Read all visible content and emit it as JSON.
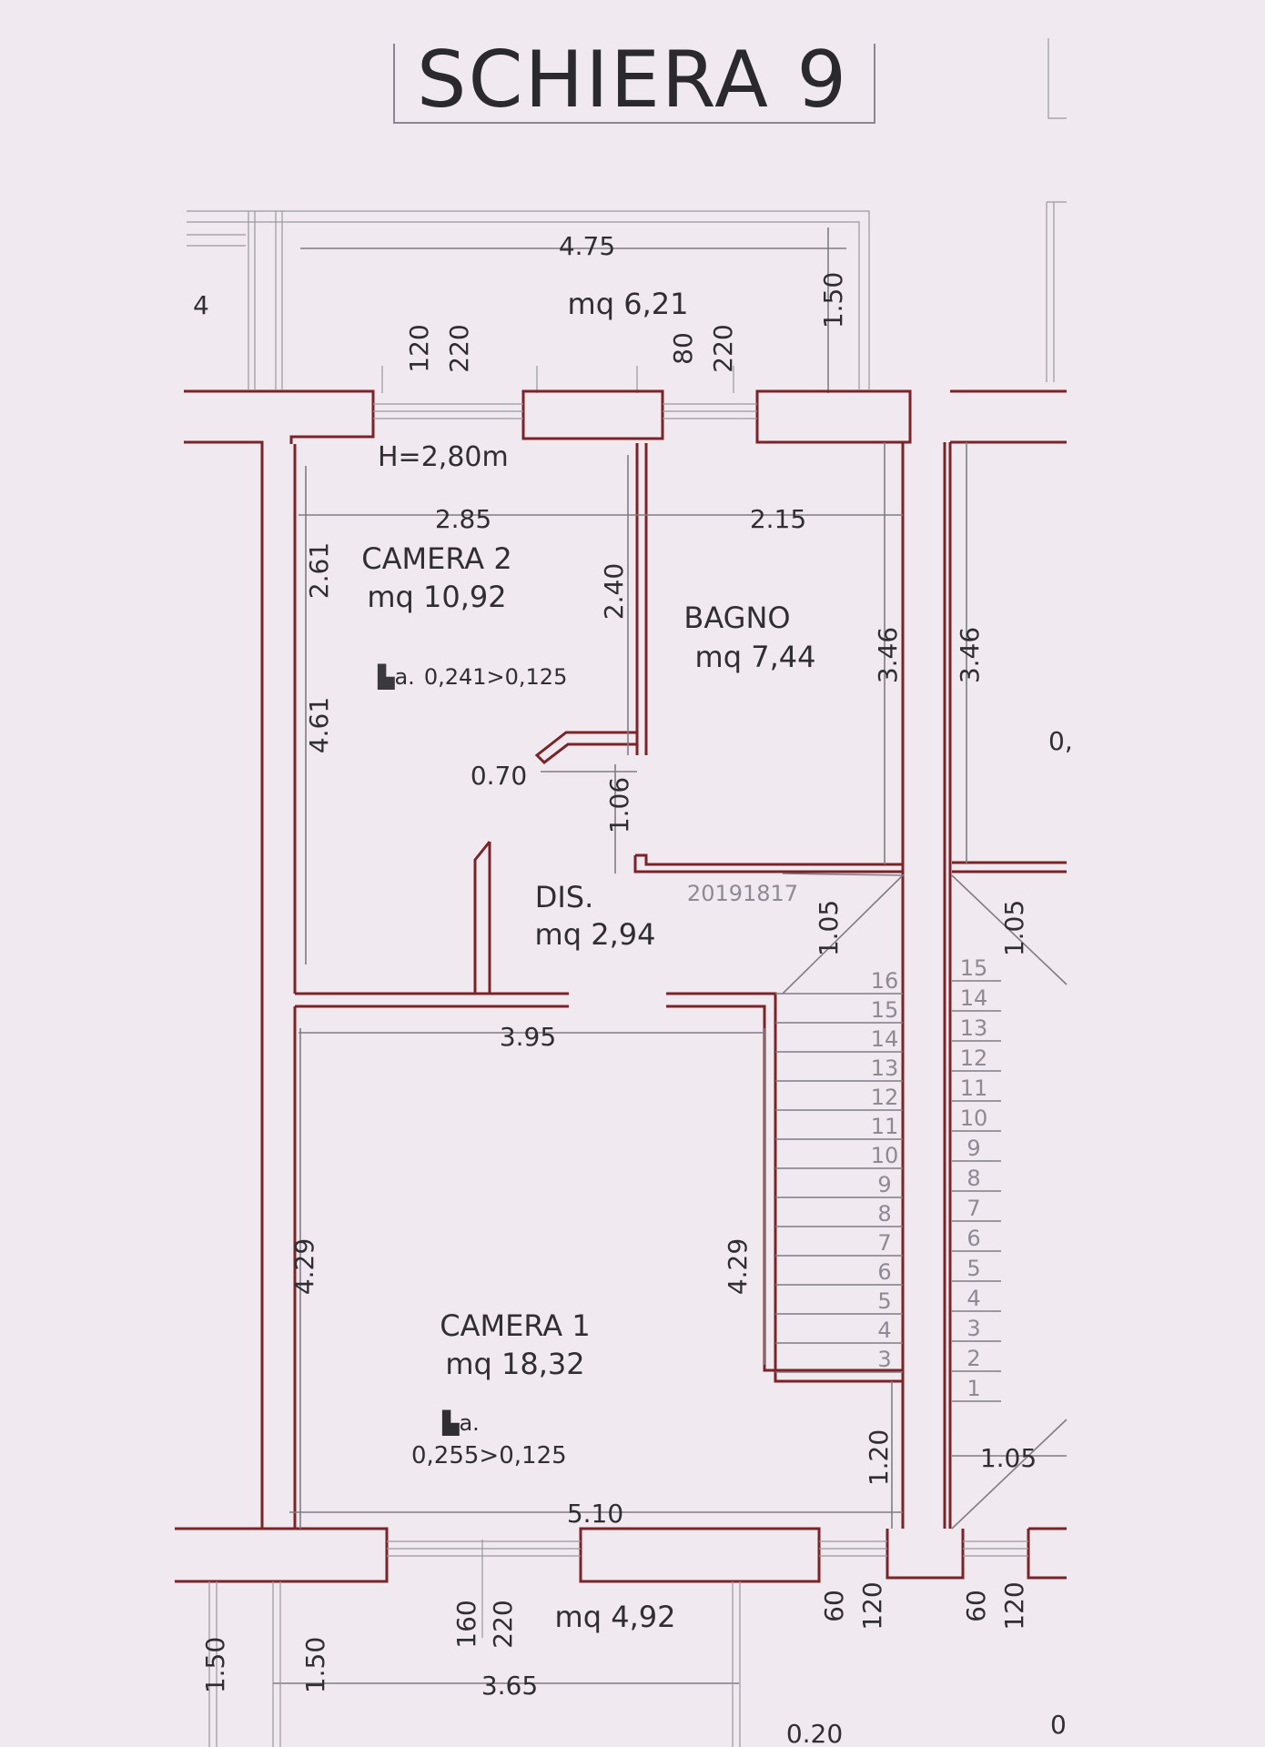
{
  "title": "SCHIERA 9",
  "rooms": {
    "balcony_top": {
      "area": "mq 6,21"
    },
    "camera2": {
      "name": "CAMERA 2",
      "area": "mq 10,92",
      "ra": "0,241>0,125"
    },
    "bagno": {
      "name": "BAGNO",
      "area": "mq 7,44"
    },
    "dis": {
      "name": "DIS.",
      "area": "mq 2,94"
    },
    "camera1": {
      "name": "CAMERA 1",
      "area": "mq 18,32",
      "ra_label": "a.",
      "ra": "0,255>0,125"
    },
    "balcony_bottom": {
      "area": "mq 4,92"
    }
  },
  "height_note": "H=2,80m",
  "ra_prefix": "a.",
  "stamp": "20191817",
  "dimensions": {
    "top_width": "4.75",
    "top_depth": "1.50",
    "win1_w": "120",
    "win1_h": "220",
    "win2_w": "80",
    "win2_h": "220",
    "cam2_width": "2.85",
    "bagno_width": "2.15",
    "cam2_h1": "2.61",
    "cam2_h2": "4.61",
    "partition": "2.40",
    "bagno_depth": "3.46",
    "bagno_depth_right": "3.46",
    "door_w": "0.70",
    "door_h": "1.06",
    "stair1": "1.05",
    "stair2": "1.05",
    "cam1_width": "3.95",
    "cam1_h_left": "4.29",
    "cam1_h_right": "4.29",
    "landing": "1.20",
    "right_landing": "1.05",
    "cam1_bottom": "5.10",
    "win3_w": "160",
    "win3_h": "220",
    "bal_left1": "1.50",
    "bal_left2": "1.50",
    "bal_w": "3.65",
    "bal_gap": "0.20",
    "r60a": "60",
    "r120a": "120",
    "r60b": "60",
    "r120b": "120",
    "edge_0a": "0,",
    "edge_0b": "0"
  },
  "stair_numbers_left": [
    "16",
    "15",
    "14",
    "13",
    "12",
    "11",
    "10",
    "9",
    "8",
    "7",
    "6",
    "5",
    "4",
    "3"
  ],
  "stair_numbers_right": [
    "15",
    "14",
    "13",
    "12",
    "11",
    "10",
    "9",
    "8",
    "7",
    "6",
    "5",
    "4",
    "3",
    "2",
    "1"
  ],
  "colors": {
    "wall": "#7a2428",
    "paper": "#f1e9f0",
    "ink": "#2f2f33"
  }
}
